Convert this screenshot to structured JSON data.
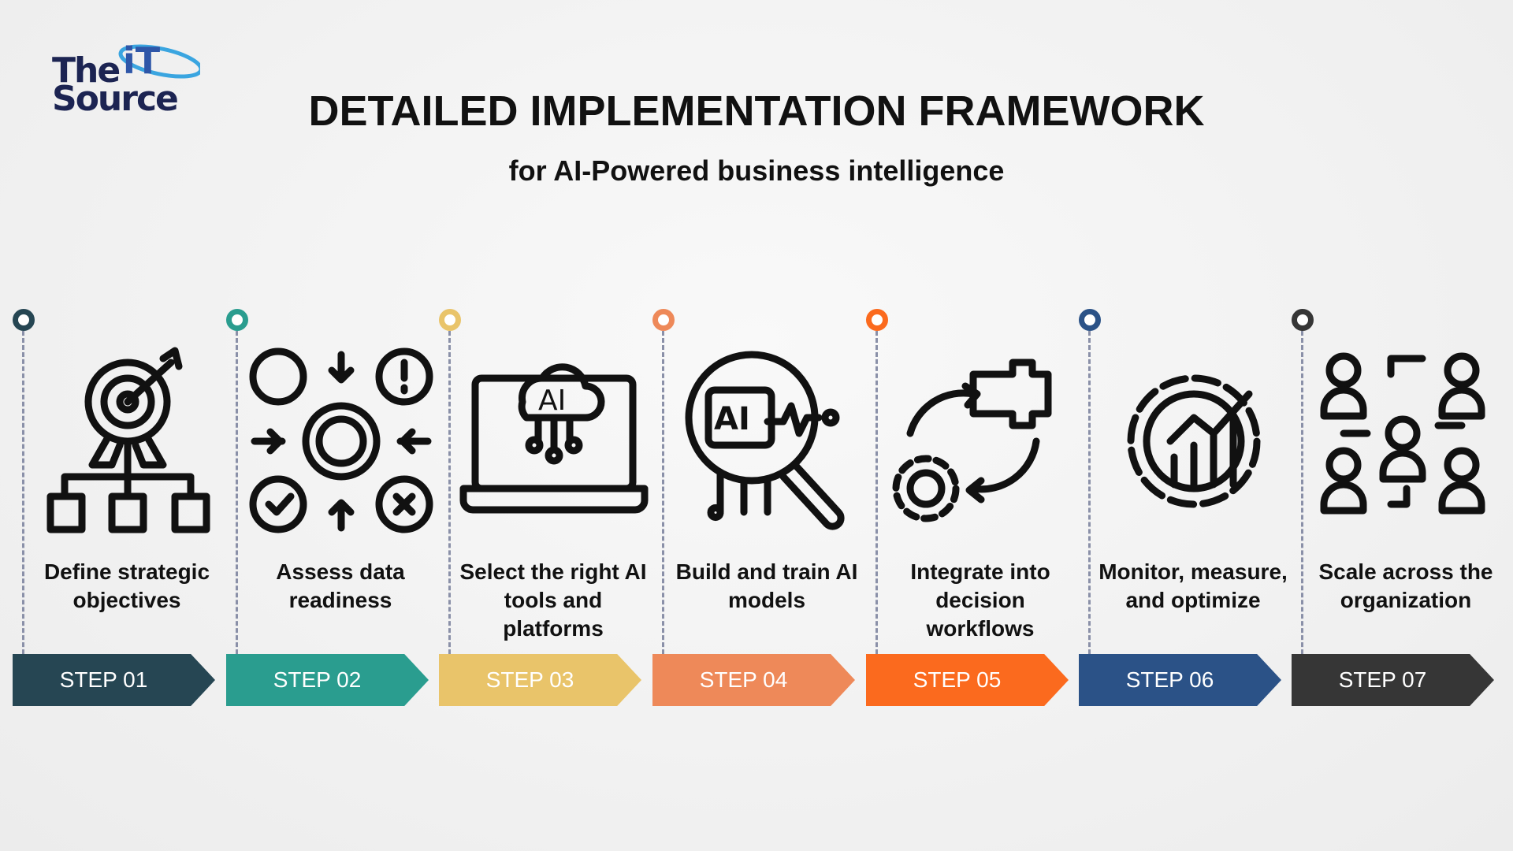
{
  "logo": {
    "line1": "The",
    "line2": "Source",
    "it": "iT"
  },
  "title": "DETAILED IMPLEMENTATION FRAMEWORK",
  "subtitle": "for AI-Powered business intelligence",
  "steps": [
    {
      "step": "STEP 01",
      "label": "Define strategic objectives",
      "color": "#264653",
      "icon": "target-hierarchy-icon"
    },
    {
      "step": "STEP 02",
      "label": "Assess data readiness",
      "color": "#2a9d8f",
      "icon": "gear-data-icon"
    },
    {
      "step": "STEP 03",
      "label": "Select the right AI tools and platforms",
      "color": "#e9c46a",
      "icon": "laptop-ai-cloud-icon"
    },
    {
      "step": "STEP 04",
      "label": "Build and train AI models",
      "color": "#ee8959",
      "icon": "ai-magnifier-icon"
    },
    {
      "step": "STEP 05",
      "label": "Integrate into decision workflows",
      "color": "#fb6a1e",
      "icon": "puzzle-gear-cycle-icon"
    },
    {
      "step": "STEP 06",
      "label": "Monitor, measure, and optimize",
      "color": "#2b5287",
      "icon": "gear-chart-icon"
    },
    {
      "step": "STEP 07",
      "label": "Scale across the organization",
      "color": "#363636",
      "icon": "people-network-icon"
    }
  ]
}
